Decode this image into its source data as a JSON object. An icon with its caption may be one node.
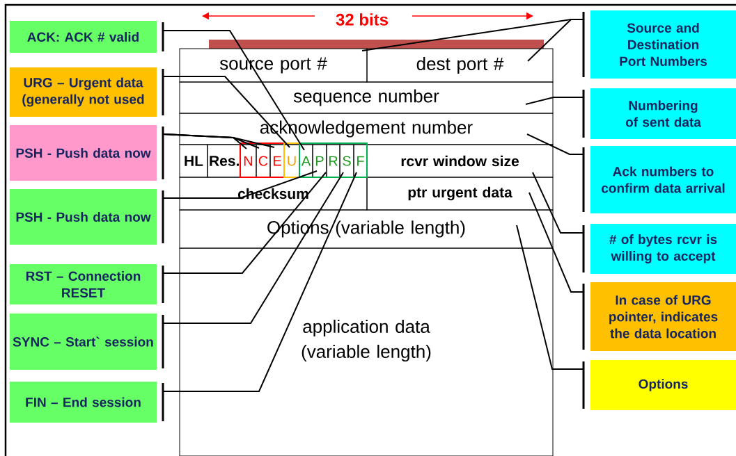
{
  "diagram": {
    "nodes": [
      {
        "text": [
          "ACK: ACK # valid"
        ]
      },
      {
        "text": [
          "URG – Urgent data (generally not used"
        ]
      },
      {
        "text": [
          "PSH - Push data now"
        ]
      },
      {
        "text": [
          "PSH - Push data now"
        ]
      },
      {
        "text": [
          "RST – Connection RESET"
        ]
      },
      {
        "text": [
          "SYNC – Start` session"
        ]
      },
      {
        "text": [
          "FIN – End session"
        ]
      },
      {
        "text": [
          "source port #"
        ]
      },
      {
        "text": [
          "dest port #"
        ]
      },
      {
        "text": [
          "sequence number"
        ]
      },
      {
        "text": [
          "acknowledgement number"
        ]
      },
      {
        "text": [
          "HL"
        ]
      },
      {
        "text": [
          "Res."
        ]
      },
      {
        "text": [
          "N"
        ]
      },
      {
        "text": [
          "C"
        ]
      },
      {
        "text": [
          "E"
        ]
      },
      {
        "text": [
          "U"
        ]
      },
      {
        "text": [
          "A"
        ]
      },
      {
        "text": [
          "P"
        ]
      },
      {
        "text": [
          "R"
        ]
      },
      {
        "text": [
          "S"
        ]
      },
      {
        "text": [
          "F"
        ]
      },
      {
        "text": [
          "rcvr window size"
        ]
      },
      {
        "text": [
          "checksum"
        ]
      },
      {
        "text": [
          "ptr urgent data"
        ]
      },
      {
        "text": [
          "Options (variable length)"
        ]
      },
      {
        "text": [
          "application data (variable length)"
        ]
      },
      {
        "text": [
          "Source and Destination Port Numbers"
        ]
      },
      {
        "text": [
          "Numbering of sent data"
        ]
      },
      {
        "text": [
          "Ack numbers to confirm data arrival"
        ]
      },
      {
        "text": [
          "# of bytes rcvr is willing to accept"
        ]
      },
      {
        "text": [
          "In case of URG pointer, indicates the data location"
        ]
      },
      {
        "text": [
          "Options"
        ]
      }
    ],
    "edges": [
      {
        "from": 0,
        "to": 17,
        "arrow": "none"
      },
      {
        "from": 1,
        "to": 16,
        "arrow": "none"
      },
      {
        "from": 2,
        "to": 13,
        "arrow": "none"
      },
      {
        "from": 2,
        "to": 14,
        "arrow": "none"
      },
      {
        "from": 2,
        "to": 15,
        "arrow": "none"
      },
      {
        "from": 3,
        "to": 18,
        "arrow": "none"
      },
      {
        "from": 4,
        "to": 19,
        "arrow": "none"
      },
      {
        "from": 5,
        "to": 20,
        "arrow": "none"
      },
      {
        "from": 6,
        "to": 21,
        "arrow": "none"
      },
      {
        "from": 27,
        "to": 7,
        "arrow": "none"
      },
      {
        "from": 27,
        "to": 8,
        "arrow": "none"
      },
      {
        "from": 28,
        "to": 9,
        "arrow": "none"
      },
      {
        "from": 29,
        "to": 10,
        "arrow": "none"
      },
      {
        "from": 30,
        "to": 22,
        "arrow": "none"
      },
      {
        "from": 31,
        "to": 24,
        "arrow": "none"
      },
      {
        "from": 32,
        "to": 25,
        "arrow": "none"
      }
    ],
    "labels": [
      "32 bits"
    ]
  }
}
